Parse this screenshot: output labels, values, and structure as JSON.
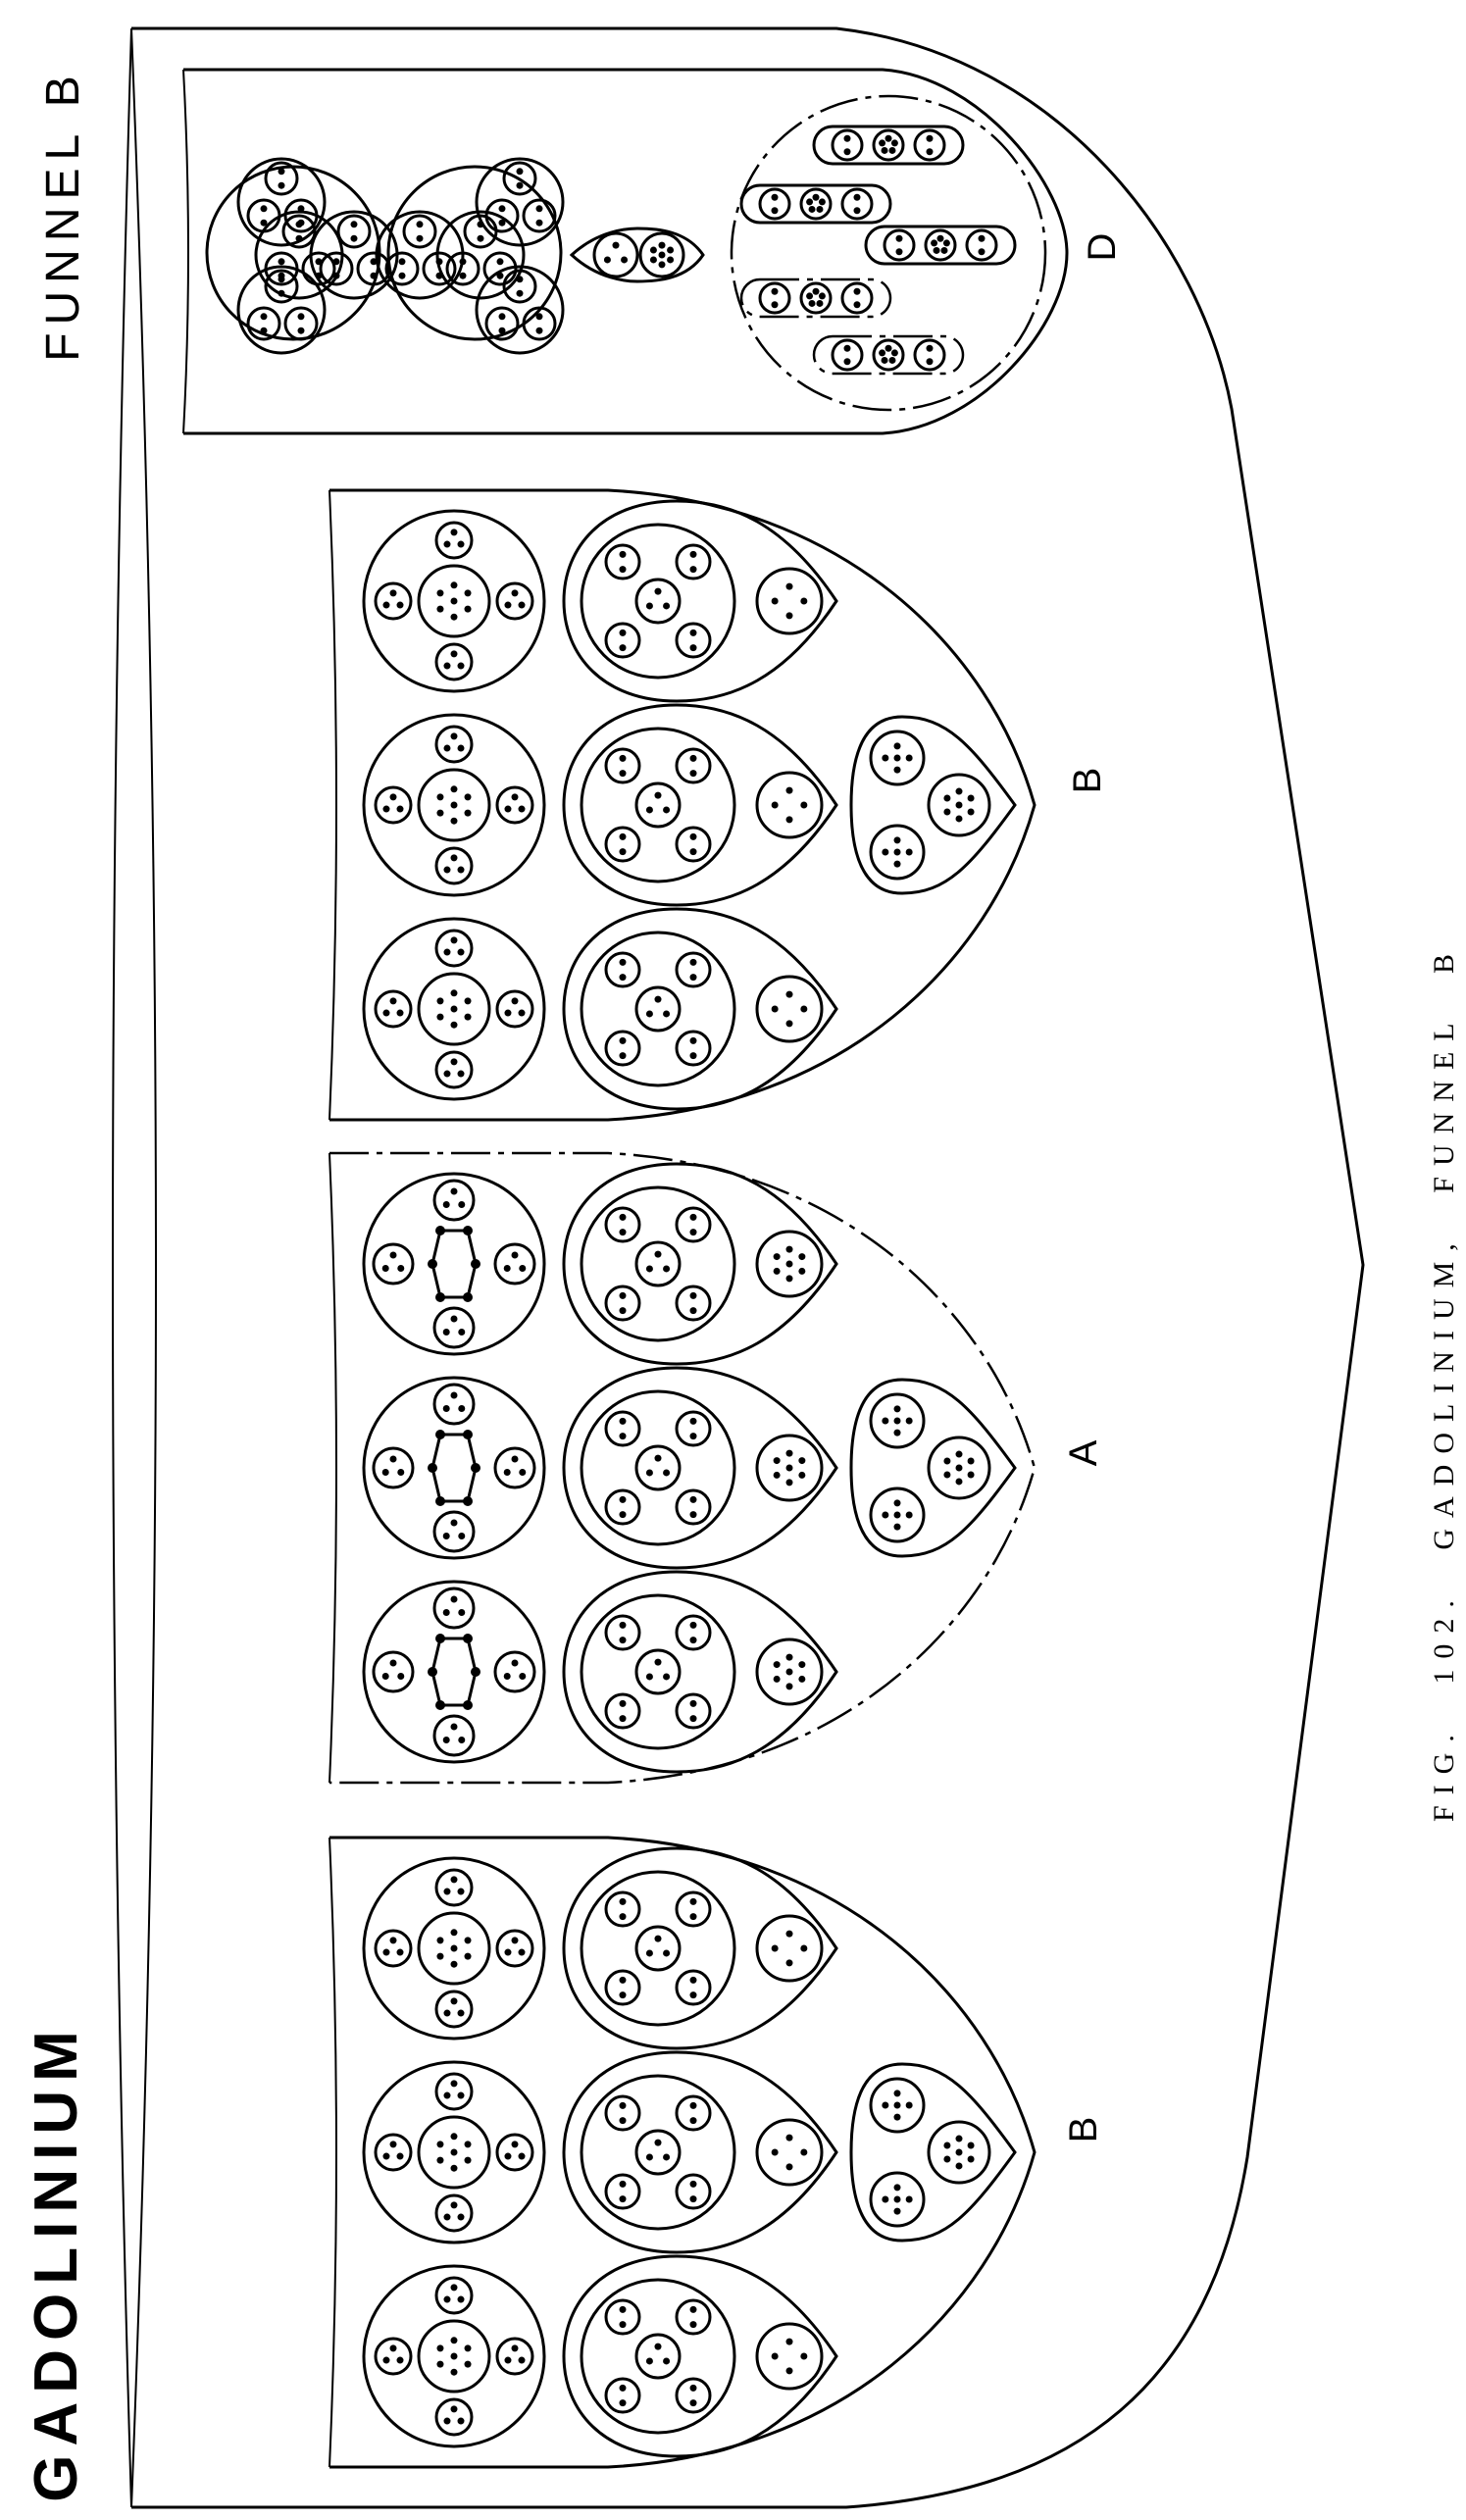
{
  "title": "GADOLINIUM",
  "subtitle": "FUNNEL B",
  "caption": "FIG. 102. GADOLINIUM, FUNNEL B",
  "labels": {
    "group_top": "B",
    "group_middle": "A",
    "group_bottom": "B",
    "group_d": "D"
  },
  "colors": {
    "ink": "#000000",
    "paper": "#ffffff"
  }
}
